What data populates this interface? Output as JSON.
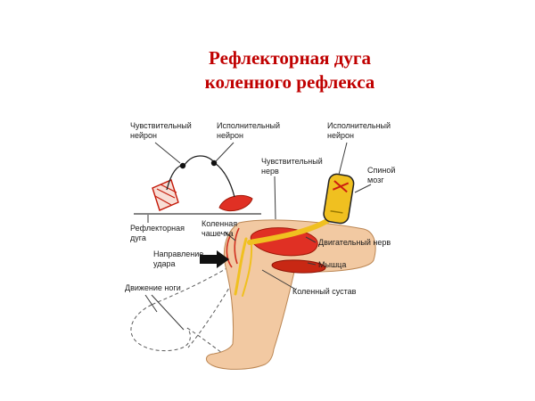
{
  "title": {
    "line1": "Рефлекторная дуга",
    "line2": "коленного рефлекса"
  },
  "colors": {
    "title_color": "#c00000",
    "flesh": "#f2c9a2",
    "muscle": "#e03024",
    "nerve": "#f0c020"
  },
  "labels": {
    "sensory_neuron": "Чувствительный\nнейрон",
    "executive_neuron_left": "Исполнительный\nнейрон",
    "executive_neuron_right": "Исполнительный\nнейрон",
    "sensory_nerve": "Чувствительный\nнерв",
    "spinal_cord": "Спиной\nмозг",
    "reflex_arc": "Рефлекторная\nдуга",
    "kneecap": "Коленная\nчашечка",
    "strike_direction": "Направление\nудара",
    "leg_movement": "Движение ноги",
    "motor_nerve": "Двигательный нерв",
    "muscle": "Мышца",
    "knee_joint": "Коленный  сустав"
  }
}
